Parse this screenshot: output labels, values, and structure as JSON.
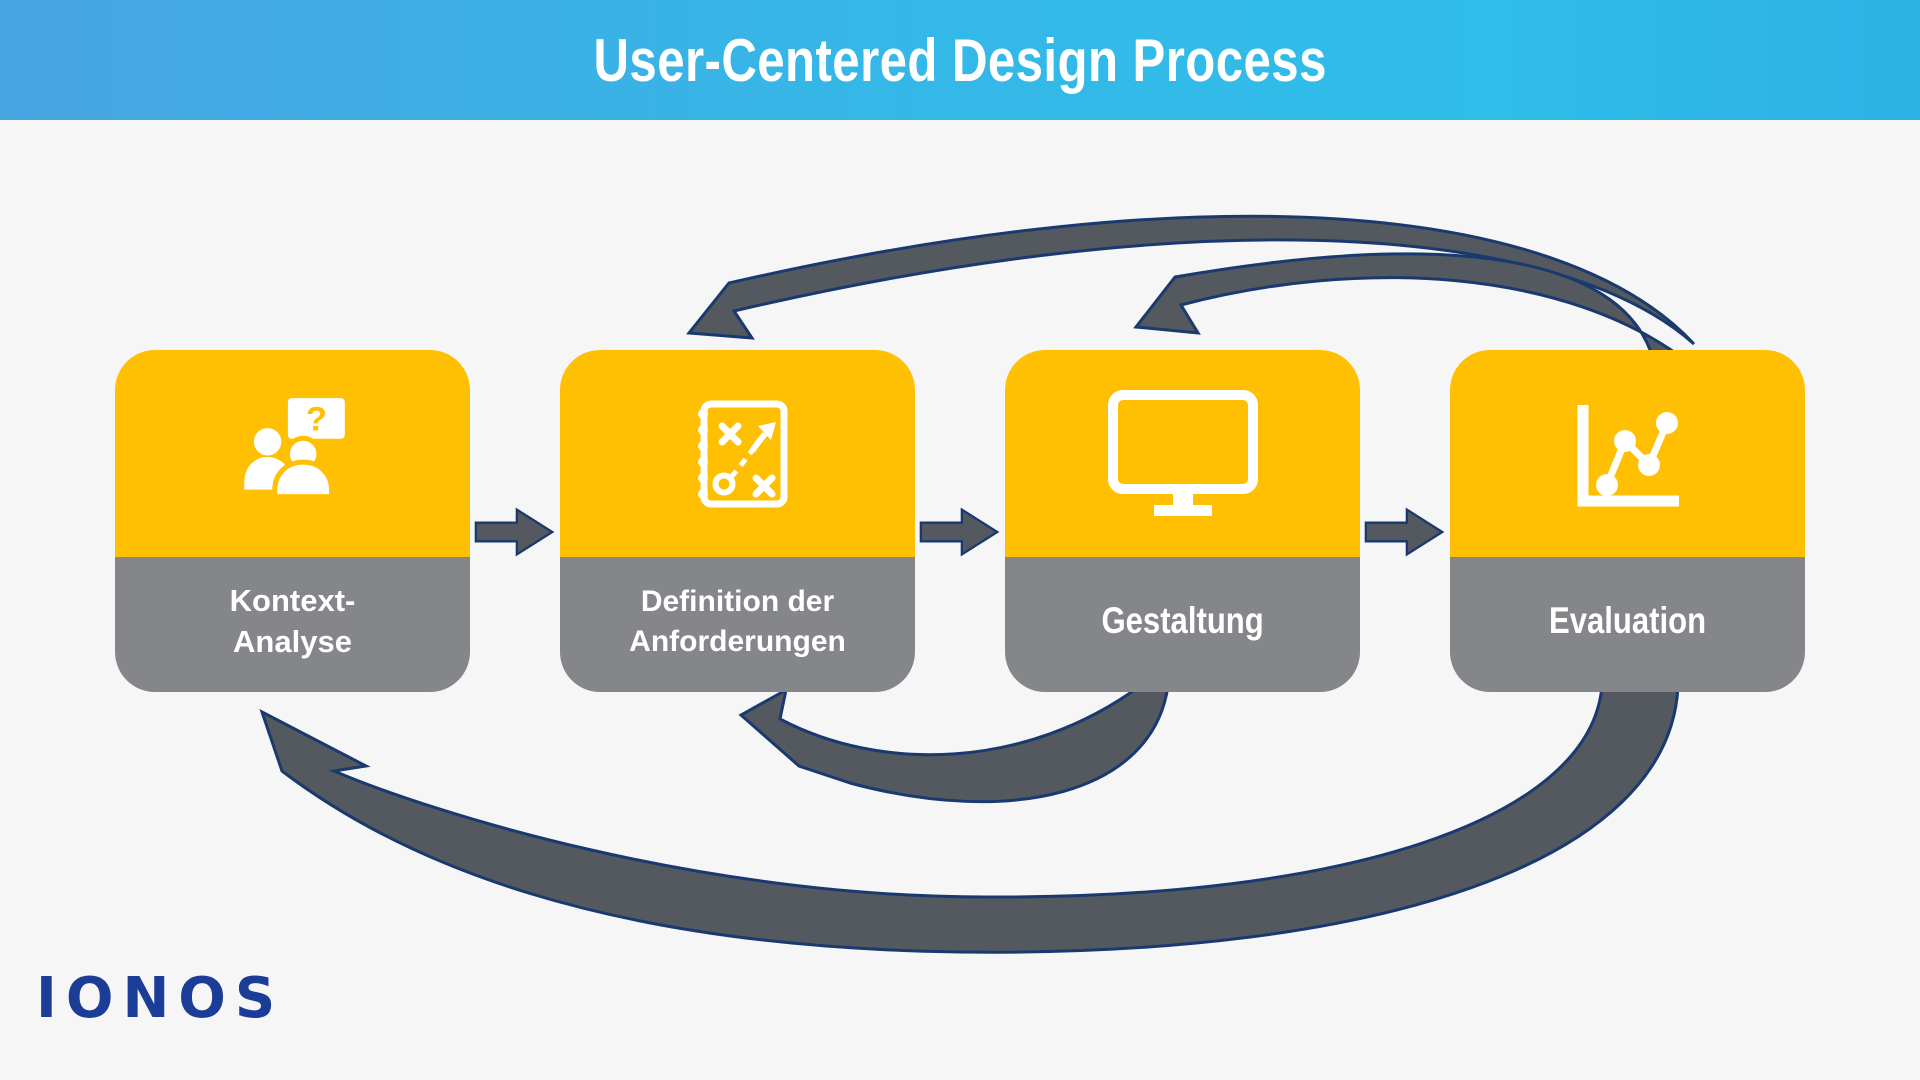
{
  "header": {
    "title": "User-Centered Design Process"
  },
  "steps": [
    {
      "label": "Kontext-\nAnalyse",
      "icon": "people-question-icon"
    },
    {
      "label": "Definition der\nAnforderungen",
      "icon": "strategy-plan-icon"
    },
    {
      "label": "Gestaltung",
      "icon": "monitor-icon"
    },
    {
      "label": "Evaluation",
      "icon": "line-chart-icon"
    }
  ],
  "icons": {
    "question_mark": "?"
  },
  "connections": [
    {
      "from": "Evaluation",
      "to": "Definition der Anforderungen",
      "path": "top-long-arc"
    },
    {
      "from": "Evaluation",
      "to": "Gestaltung",
      "path": "top-short-arc"
    },
    {
      "from": "Gestaltung",
      "to": "Definition der Anforderungen",
      "path": "bottom-short-arc"
    },
    {
      "from": "Evaluation",
      "to": "Kontext-Analyse",
      "path": "bottom-long-arc"
    },
    {
      "sequence": [
        "Kontext-Analyse",
        "Definition der Anforderungen",
        "Gestaltung",
        "Evaluation"
      ]
    }
  ],
  "logo": {
    "text": "IONOS"
  },
  "colors": {
    "header_gradient_left": "#47a5e2",
    "header_gradient_right": "#2db1e4",
    "background": "#f6f6f7",
    "step_yellow": "#ffc003",
    "step_gray": "#85868a",
    "arrow_fill": "#53595e",
    "arrow_outline": "#1a3a6f",
    "label_text": "#ffffff",
    "logo_blue": "#1b3c97"
  }
}
